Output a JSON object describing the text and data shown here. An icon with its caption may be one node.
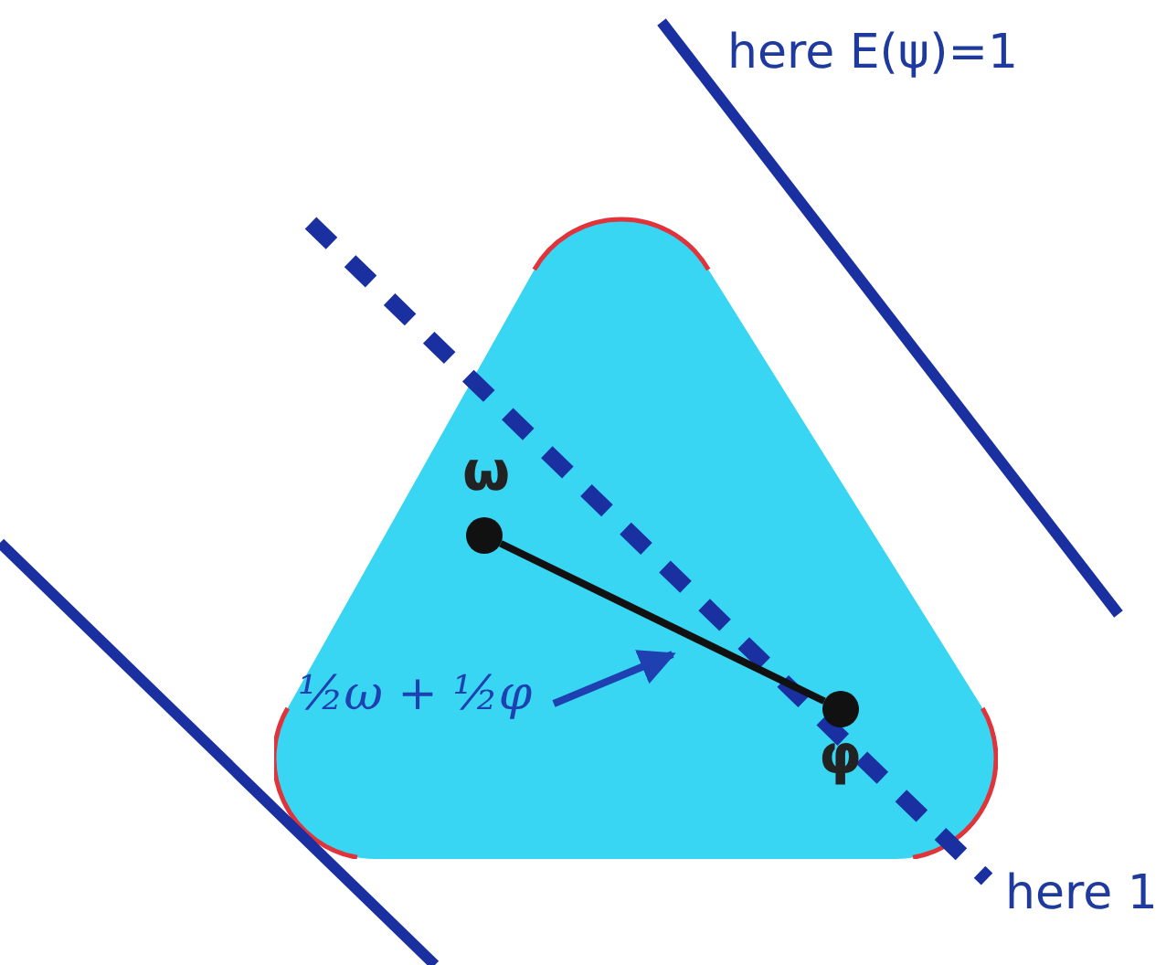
{
  "diagram": {
    "nodes": [
      {
        "text": [],
        "shape": "triangle"
      },
      {
        "text": [
          "ω"
        ],
        "in": 0
      },
      {
        "text": [
          "φ"
        ],
        "in": 0
      },
      {
        "text": [
          "½ω + ½φ"
        ],
        "in": 0
      }
    ],
    "edges": [
      {
        "from": 1,
        "to": 2,
        "arrow": "none"
      },
      {
        "from": 3,
        "to": null,
        "arrow": "to",
        "color": "#1e40b0"
      }
    ],
    "labels": [
      "here E(ψ)=1",
      "here 1"
    ]
  }
}
